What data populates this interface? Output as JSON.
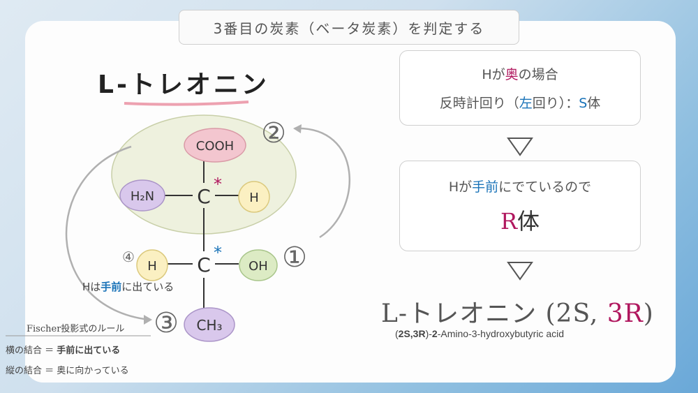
{
  "banner": "3番目の炭素（ベータ炭素）を判定する",
  "title": "L-トレオニン",
  "box1": {
    "line1_a": "Hが",
    "line1_b": "奥",
    "line1_c": "の場合",
    "line2_a": "反時計回り（",
    "line2_b": "左",
    "line2_c": "回り）：",
    "line2_d": "S",
    "line2_e": "体"
  },
  "box2": {
    "line1_a": "Hが",
    "line1_b": "手前",
    "line1_c": "にでているので",
    "line2_a": "R",
    "line2_b": "体"
  },
  "result": {
    "name": "L-トレオニン (2S, ",
    "r": "3R",
    "close": ")"
  },
  "iupac": {
    "a": "(",
    "b": "2S,3R",
    "c": ")-",
    "d": "2",
    "e": "-Amino-3-hydroxybutyric acid"
  },
  "molecule": {
    "cooh": "COOH",
    "h2n": "H₂N",
    "c1": "C",
    "h_top": "H",
    "h_left": "H",
    "c2": "C",
    "oh": "OH",
    "ch3": "CH₃",
    "star": "*",
    "rank1": "①",
    "rank2": "②",
    "rank3": "③",
    "rank4": "④",
    "h_front_a": "Hは",
    "h_front_b": "手前",
    "h_front_c": "に出ている"
  },
  "rules": {
    "title": "Fischer投影式のルール",
    "line1_a": "横の結合 ＝ ",
    "line1_b": "手前に出ている",
    "line2_a": "縦の結合 ＝ ",
    "line2_b": "奥に向かっている"
  },
  "colors": {
    "pink": "#b0175e",
    "blue": "#1a73b8",
    "cooh_fill": "#f3c6cf",
    "purple_fill": "#d9c8ec",
    "yellow_fill": "#fbf0c2",
    "green_fill": "#dcebc4",
    "oval_fill": "#eef1de"
  }
}
